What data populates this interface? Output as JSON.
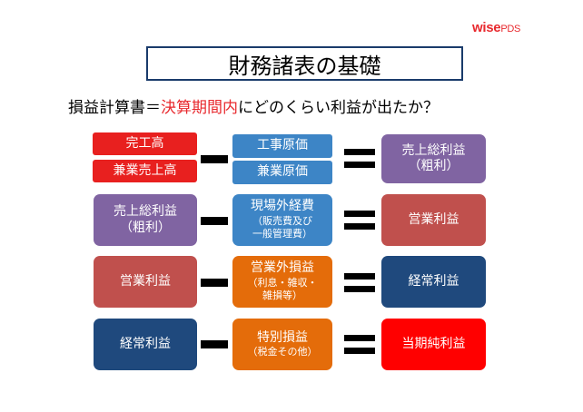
{
  "logo": {
    "main": "wise",
    "suffix": "PDS"
  },
  "title": "財務諸表の基礎",
  "subtitle": {
    "prefix": "損益計算書＝",
    "emphasis": "決算期間内",
    "suffix": "にどのくらい利益が出たか？"
  },
  "rows": [
    {
      "left": [
        "完工高",
        "兼業売上高"
      ],
      "middle": [
        "工事原価",
        "兼業原価"
      ],
      "result": [
        "売上総利益",
        "（粗利）"
      ]
    },
    {
      "left": [
        "売上総利益",
        "（粗利）"
      ],
      "middle": [
        "現場外経費",
        "（販売費及び",
        "一般管理費）"
      ],
      "result": [
        "営業利益"
      ]
    },
    {
      "left": [
        "営業利益"
      ],
      "middle": [
        "営業外損益",
        "（利息・雑収・",
        "雑損等）"
      ],
      "result": [
        "経常利益"
      ]
    },
    {
      "left": [
        "経常利益"
      ],
      "middle": [
        "特別損益",
        "（税金その他）"
      ],
      "result": [
        "当期純利益"
      ]
    }
  ],
  "colors": {
    "accent_red": "#e8292e",
    "box_red": "#e8201f",
    "box_blue": "#3d85c6",
    "box_purple": "#8064a2",
    "box_brick": "#c0504d",
    "box_orange": "#e46c0a",
    "box_navy": "#1f497d",
    "box_flag": "#ff0000"
  }
}
